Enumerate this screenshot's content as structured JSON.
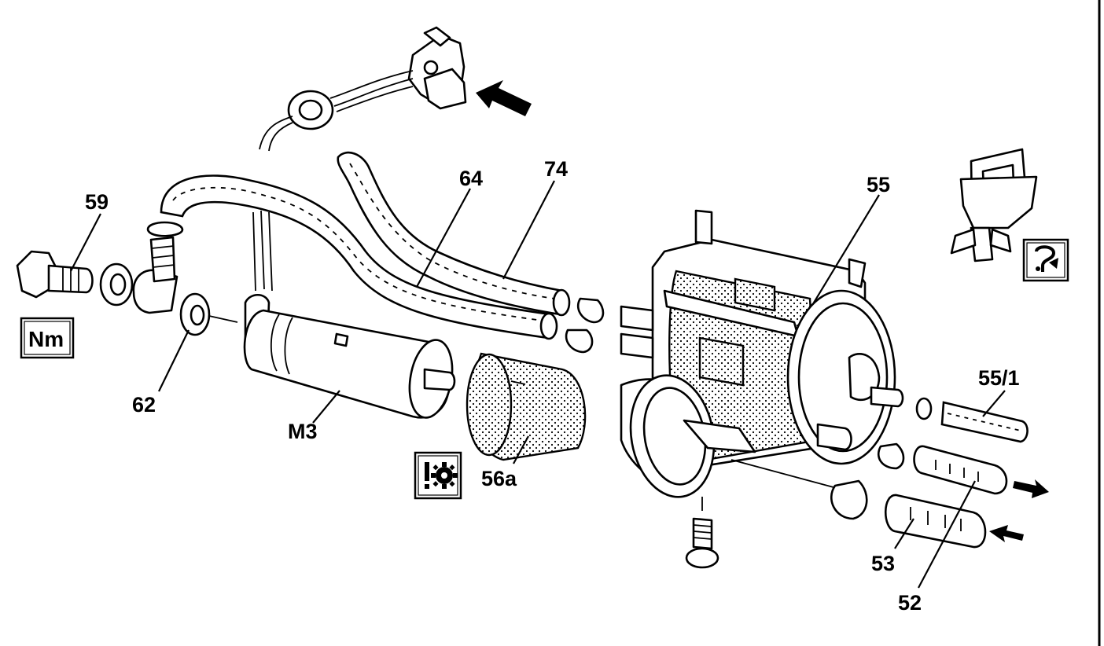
{
  "callouts": {
    "c59": "59",
    "c64": "64",
    "c74": "74",
    "c55": "55",
    "c62": "62",
    "cM3": "M3",
    "c56a": "56a",
    "c55_1": "55/1",
    "c53": "53",
    "c52": "52"
  },
  "symbols": {
    "torque": "Nm"
  },
  "icons": {
    "torque": "torque-nm-icon",
    "special_tool": "special-tool-icon",
    "caution": "caution-gear-icon",
    "arrow": "direction-arrow-icon"
  }
}
